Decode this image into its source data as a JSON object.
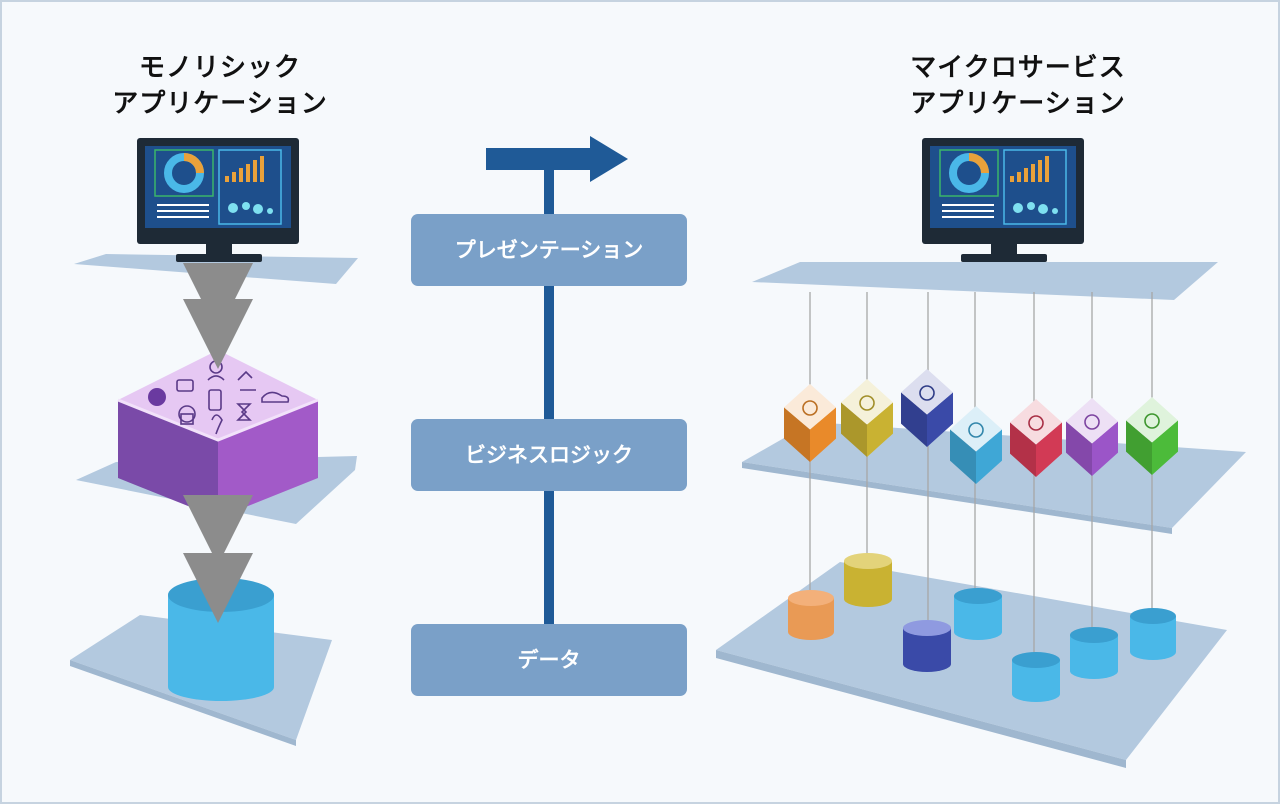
{
  "left_title": {
    "line1": "モノリシック",
    "line2": "アプリケーション"
  },
  "right_title": {
    "line1": "マイクロサービス",
    "line2": "アプリケーション"
  },
  "layers": [
    {
      "label": "プレゼンテーション"
    },
    {
      "label": "ビジネスロジック"
    },
    {
      "label": "データ"
    }
  ],
  "colors": {
    "platform": "#b3c9df",
    "monitor_bezel": "#1e2a36",
    "monitor_screen": "#1e4f8c",
    "monolith_top": "#e6c8f3",
    "monolith_side": "#a25ac8",
    "database": "#4ab8e8",
    "arrow": "#1f5a97",
    "label_box": "#7aa0c8",
    "gray_arrow": "#8c8c8c"
  },
  "microservice_colors": [
    "#e98a2a",
    "#c9b232",
    "#3a4aa8",
    "#3fa7d6",
    "#d23a55",
    "#9b55c8",
    "#4cbb3a"
  ],
  "icons": [
    "lightbulb-icon",
    "document-icon",
    "phone-icon",
    "lock-icon",
    "globe-icon",
    "person-icon",
    "lamp-icon"
  ]
}
